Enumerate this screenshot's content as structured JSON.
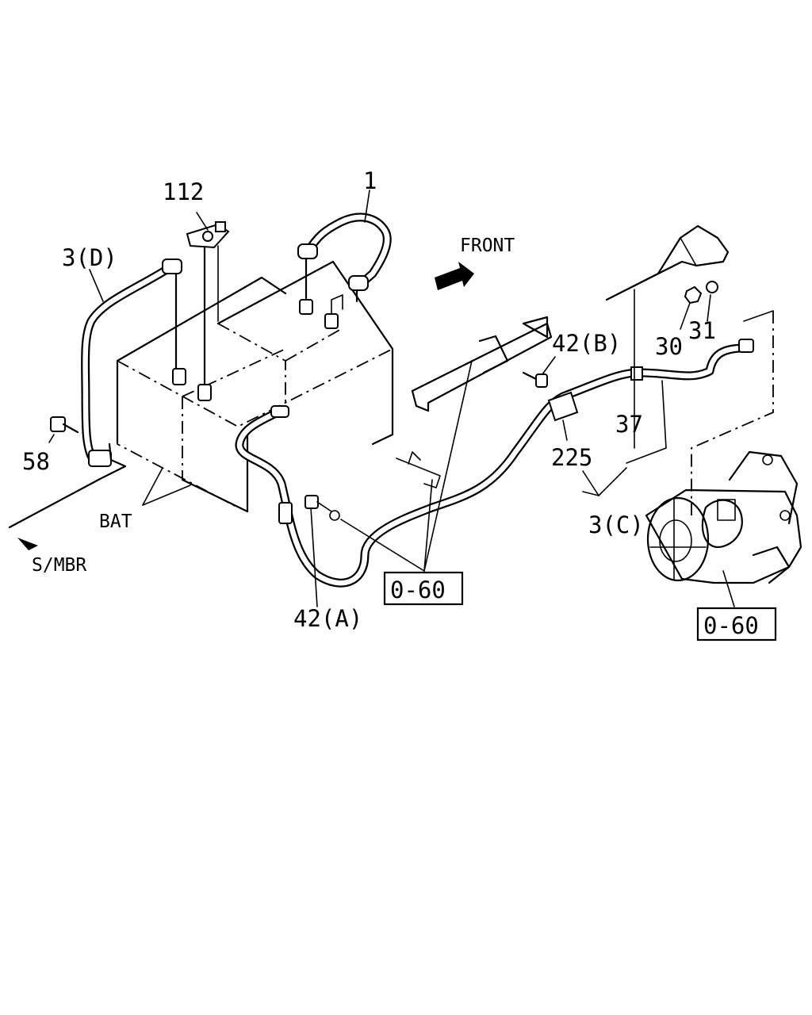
{
  "labels": {
    "part_1": "1",
    "part_112": "112",
    "part_3d": "3(D)",
    "part_58": "58",
    "bat": "BAT",
    "s_mbr": "S/MBR",
    "front": "FRONT",
    "part_42b": "42(B)",
    "part_30": "30",
    "part_31": "31",
    "part_37": "37",
    "part_225": "225",
    "part_3c": "3(C)",
    "part_42a": "42(A)",
    "ref_left": "0-60",
    "ref_right": "0-60"
  }
}
